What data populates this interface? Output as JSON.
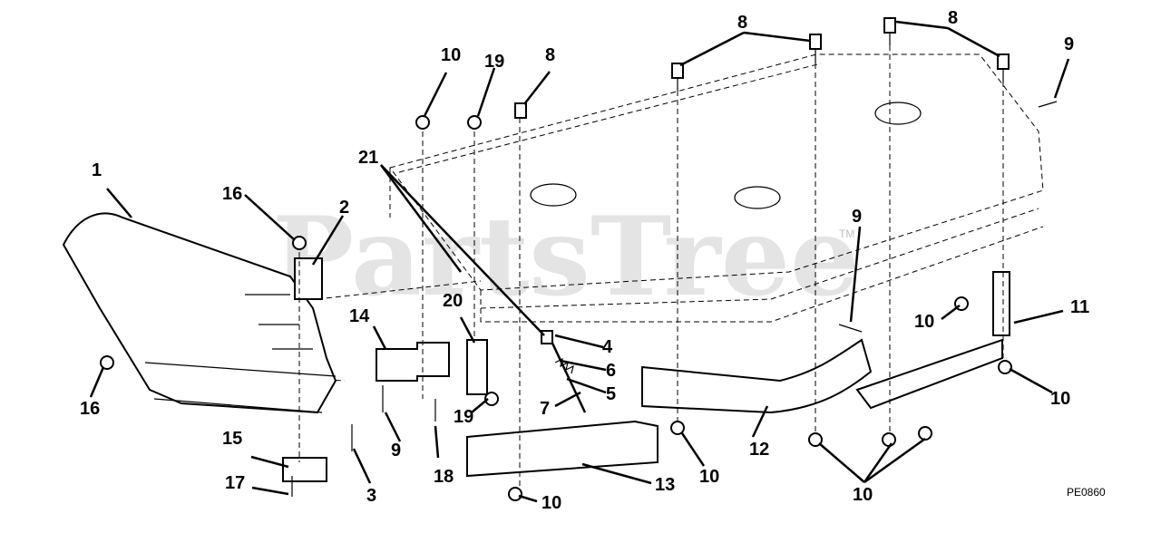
{
  "watermark": {
    "text": "PartsTree",
    "tm": "TM"
  },
  "drawing_code": "PE0860",
  "callouts": {
    "c1": "1",
    "c2": "2",
    "c3": "3",
    "c4": "4",
    "c5": "5",
    "c6": "6",
    "c7": "7",
    "c8a": "8",
    "c8b": "8",
    "c8c": "8",
    "c9a": "9",
    "c9b": "9",
    "c9c": "9",
    "c10a": "10",
    "c10b": "10",
    "c10c": "10",
    "c10d": "10",
    "c10e": "10",
    "c10f": "10",
    "c11": "11",
    "c12": "12",
    "c13": "13",
    "c14": "14",
    "c15": "15",
    "c16a": "16",
    "c16b": "16",
    "c17": "17",
    "c18": "18",
    "c19a": "19",
    "c19b": "19",
    "c20": "20",
    "c21": "21"
  }
}
